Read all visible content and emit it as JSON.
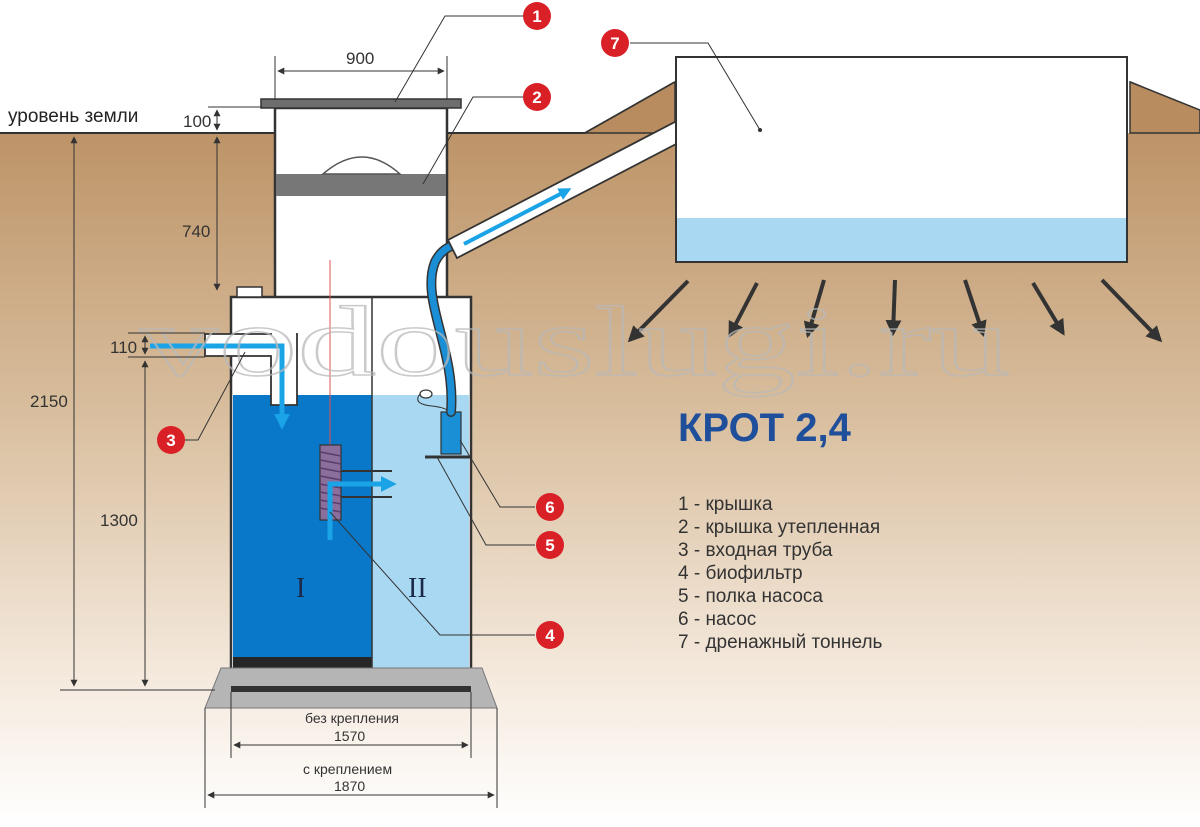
{
  "title": "КРОТ 2,4",
  "ground_label": "уровень земли",
  "watermark": "vodouslugi.ru",
  "dimensions": {
    "lid_width": "900",
    "lid_height": "100",
    "neck_depth": "740",
    "total_depth": "2150",
    "inlet_offset": "110",
    "inlet_height": "1300",
    "width_without_mount_label": "без крепления",
    "width_without_mount": "1570",
    "width_with_mount_label": "с креплением",
    "width_with_mount": "1870"
  },
  "chambers": {
    "first": "I",
    "second": "II"
  },
  "callouts": [
    "1",
    "2",
    "3",
    "4",
    "5",
    "6",
    "7"
  ],
  "legend": [
    "1 - крышка",
    "2 - крышка утепленная",
    "3 - входная труба",
    "4 - биофильтр",
    "5 - полка насоса",
    "6 - насос",
    "7 - дренажный тоннель"
  ],
  "colors": {
    "soil": "#c9a37b",
    "chamber_dark": "#0a78c8",
    "chamber_light": "#a9d8f2",
    "flow": "#1aa3e6",
    "callout": "#d92027",
    "title": "#1f4e9a"
  },
  "icons": [
    "arrow-icon",
    "float-switch-icon"
  ]
}
